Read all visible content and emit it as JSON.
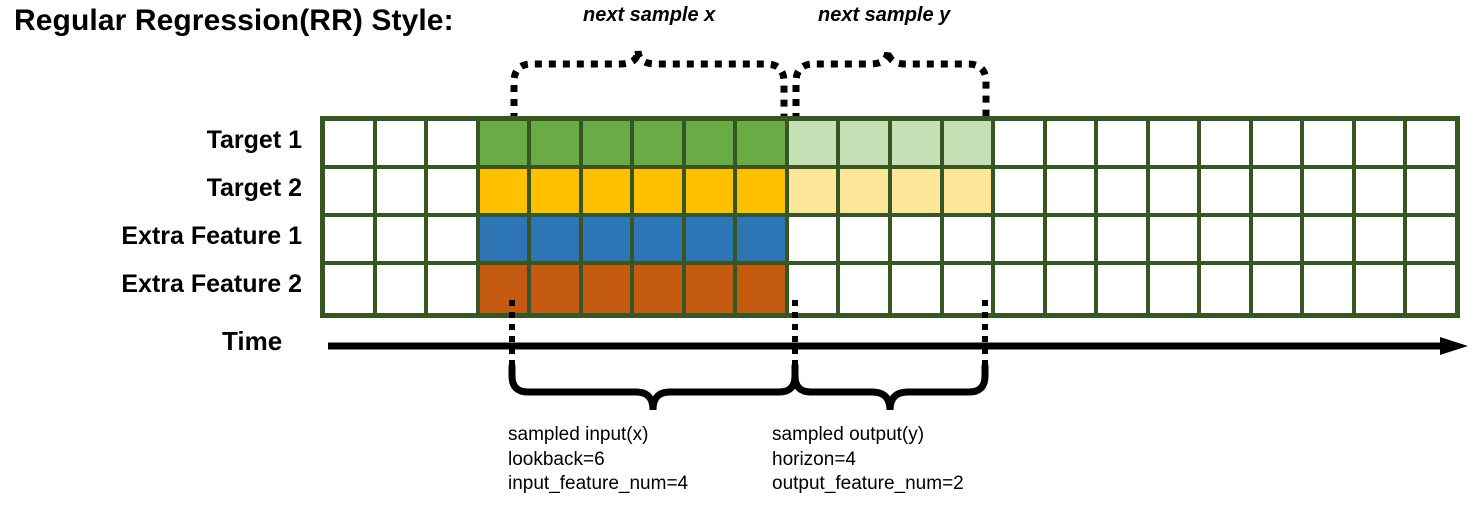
{
  "title": "Regular Regression(RR) Style:",
  "annotations": {
    "next_sample_x": "next sample x",
    "next_sample_y": "next sample y"
  },
  "rows": [
    {
      "label": "Target 1",
      "fill": "#6AAB46",
      "light": "#C5E0B4",
      "has_output": true
    },
    {
      "label": "Target 2",
      "fill": "#FFC000",
      "light": "#FFE699",
      "has_output": true
    },
    {
      "label": "Extra Feature 1",
      "fill": "#2E75B6",
      "light": "",
      "has_output": false
    },
    {
      "label": "Extra Feature 2",
      "fill": "#C55A11",
      "light": "",
      "has_output": false
    }
  ],
  "grid": {
    "total_columns": 22,
    "lead_blank_columns": 3,
    "input_columns": 6,
    "output_columns": 4,
    "trailing_blank_columns": 9,
    "border_color": "#375623",
    "empty_color": "#FFFFFF"
  },
  "axis": {
    "label": "Time",
    "direction": "right"
  },
  "captions": {
    "left": {
      "line1": "sampled input(x)",
      "line2": "lookback=6",
      "line3": "input_feature_num=4"
    },
    "right": {
      "line1": "sampled output(y)",
      "line2": "horizon=4",
      "line3": "output_feature_num=2"
    }
  }
}
